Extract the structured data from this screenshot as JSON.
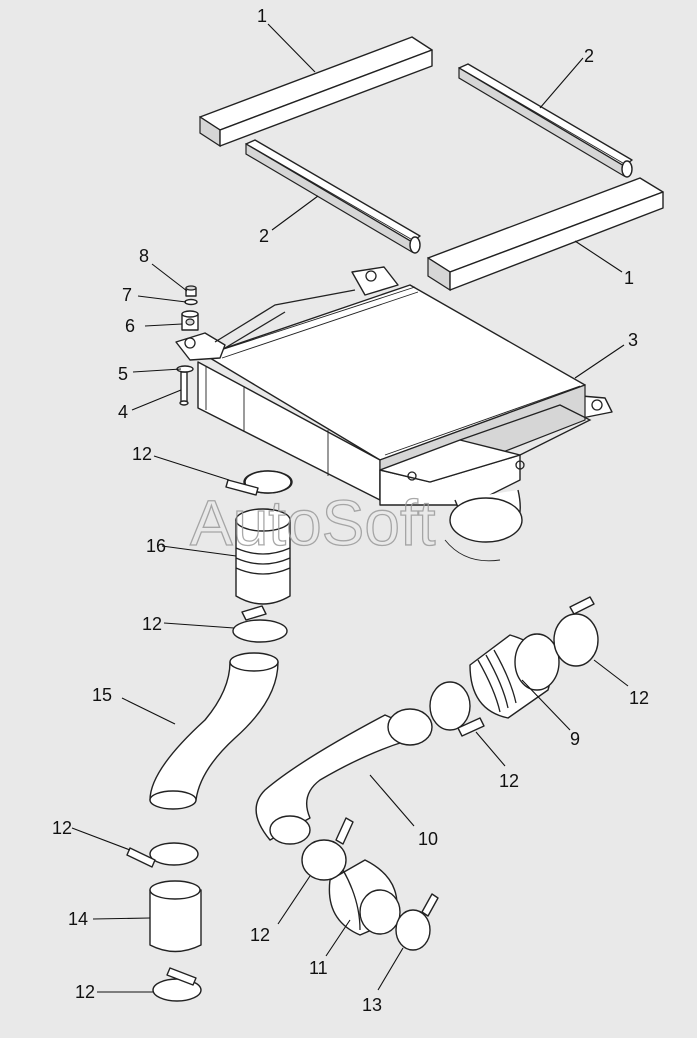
{
  "watermark": "AutoSoft",
  "callouts": {
    "c1a": "1",
    "c1b": "1",
    "c2a": "2",
    "c2b": "2",
    "c3": "3",
    "c4": "4",
    "c5": "5",
    "c6": "6",
    "c7": "7",
    "c8": "8",
    "c9": "9",
    "c10": "10",
    "c11": "11",
    "c12a": "12",
    "c12b": "12",
    "c12c": "12",
    "c12d": "12",
    "c12e": "12",
    "c12f": "12",
    "c12g": "12",
    "c13": "13",
    "c14": "14",
    "c15": "15",
    "c16": "16"
  }
}
